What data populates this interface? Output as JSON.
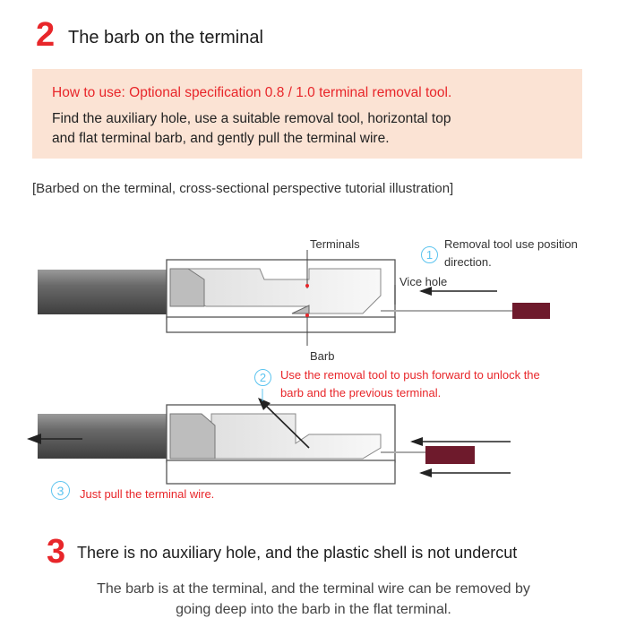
{
  "step2": {
    "number": "2",
    "title": "The barb on the terminal"
  },
  "info": {
    "how_to": "How to use: Optional specification 0.8 / 1.0 terminal removal tool.",
    "line1": "Find the auxiliary hole, use a suitable removal tool, horizontal top",
    "line2": "and flat terminal barb, and gently pull the terminal wire."
  },
  "subtitle": "[Barbed on the terminal, cross-sectional perspective tutorial illustration]",
  "diagram1": {
    "terminals_label": "Terminals",
    "step_num": "1",
    "removal_line1": "Removal tool use position",
    "removal_line2": "direction.",
    "vice_hole": "Vice hole",
    "barb_label": "Barb"
  },
  "step_circle2": {
    "num": "2",
    "line1": "Use the removal tool to push forward to unlock the",
    "line2": "barb and the previous terminal."
  },
  "step_circle3": {
    "num": "3",
    "text": "Just pull the terminal wire."
  },
  "step3": {
    "number": "3",
    "title": "There is no auxiliary hole, and the plastic shell is not undercut",
    "line1": "The barb is at the terminal, and the terminal wire can be removed by",
    "line2": "going deep into the barb in the flat terminal."
  },
  "colors": {
    "accent_red": "#e8262a",
    "circle_blue": "#5cc4ef",
    "box_bg": "#fbe3d4",
    "tool_handle": "#6e1a2c"
  }
}
